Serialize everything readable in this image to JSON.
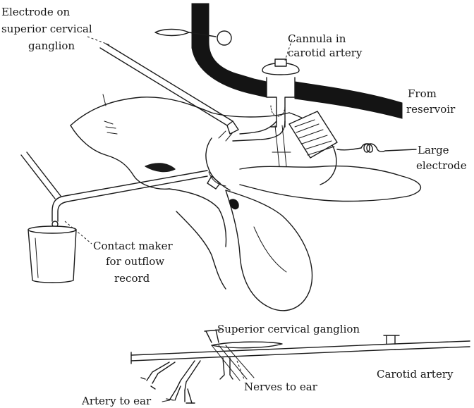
{
  "labels": {
    "electrode_sup_line1": "Electrode on",
    "electrode_sup_line2": "superior cervical",
    "electrode_sup_line3": "ganglion",
    "cannula_line1": "Cannula in",
    "cannula_line2": "carotid artery",
    "reservoir_line1": "From",
    "reservoir_line2": "reservoir",
    "large_electrode_line1": "Large",
    "large_electrode_line2": "electrode",
    "contact_line1": "Contact maker",
    "contact_line2": "for outflow",
    "contact_line3": "record",
    "ganglion_inset": "Superior cervical ganglion",
    "carotid_inset": "Carotid artery",
    "nerves_inset": "Nerves to ear",
    "artery_inset": "Artery to ear"
  },
  "colors": {
    "ink": "#1a1a1a",
    "tube": "#141414",
    "paper": "#ffffff"
  }
}
